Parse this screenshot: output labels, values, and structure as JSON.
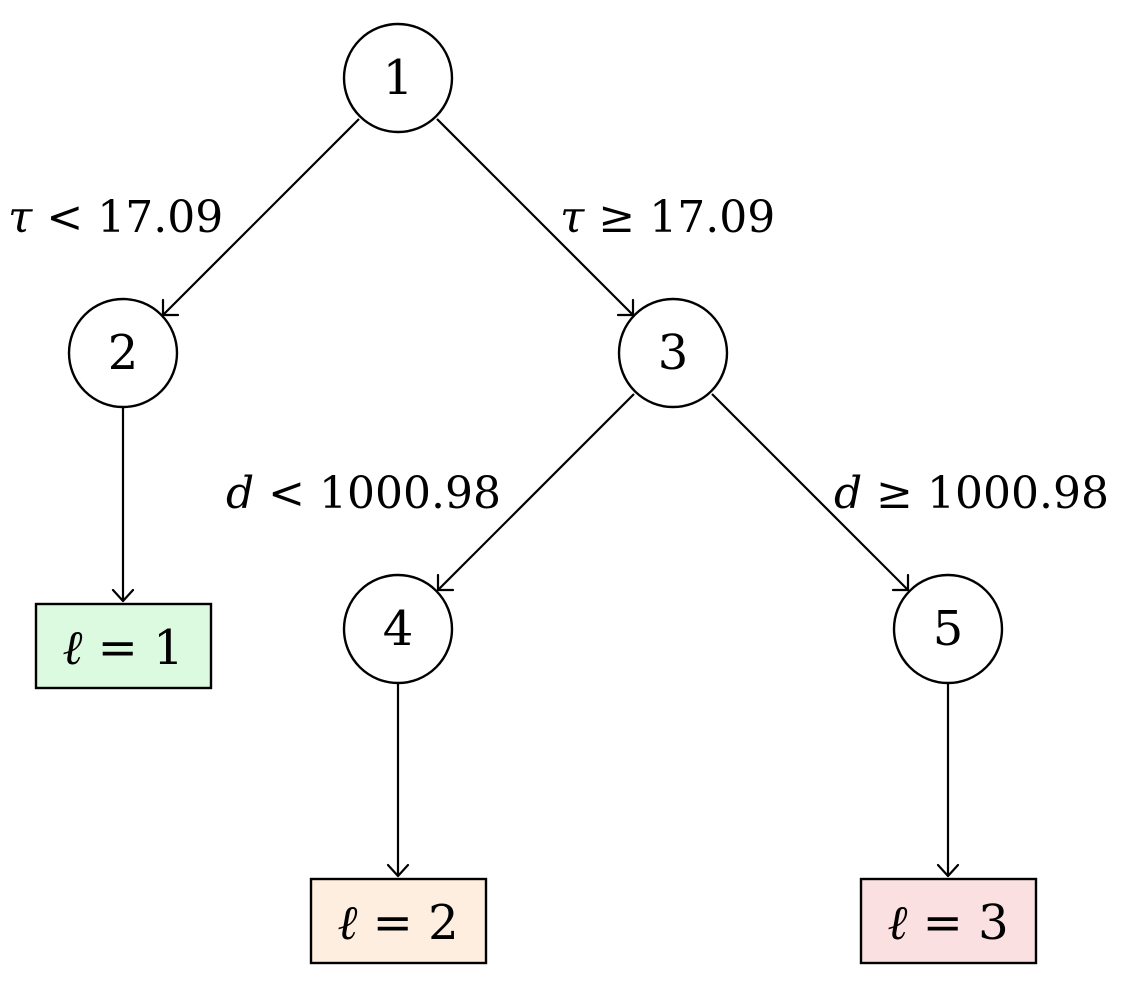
{
  "tree": {
    "nodes": [
      {
        "id": "1",
        "label": "1"
      },
      {
        "id": "2",
        "label": "2"
      },
      {
        "id": "3",
        "label": "3"
      },
      {
        "id": "4",
        "label": "4"
      },
      {
        "id": "5",
        "label": "5"
      }
    ],
    "edges": [
      {
        "from": "1",
        "to": "2",
        "variable": "τ",
        "operator": "<",
        "threshold": "17.09"
      },
      {
        "from": "1",
        "to": "3",
        "variable": "τ",
        "operator": "≥",
        "threshold": "17.09"
      },
      {
        "from": "3",
        "to": "4",
        "variable": "d",
        "operator": "<",
        "threshold": "1000.98"
      },
      {
        "from": "3",
        "to": "5",
        "variable": "d",
        "operator": "≥",
        "threshold": "1000.98"
      }
    ],
    "leaves": [
      {
        "parent": "2",
        "symbol": "ℓ",
        "equals": "=",
        "value": "1",
        "color": "#dcfadf"
      },
      {
        "parent": "4",
        "symbol": "ℓ",
        "equals": "=",
        "value": "2",
        "color": "#fdeedf"
      },
      {
        "parent": "5",
        "symbol": "ℓ",
        "equals": "=",
        "value": "3",
        "color": "#fbe0e2"
      }
    ]
  }
}
